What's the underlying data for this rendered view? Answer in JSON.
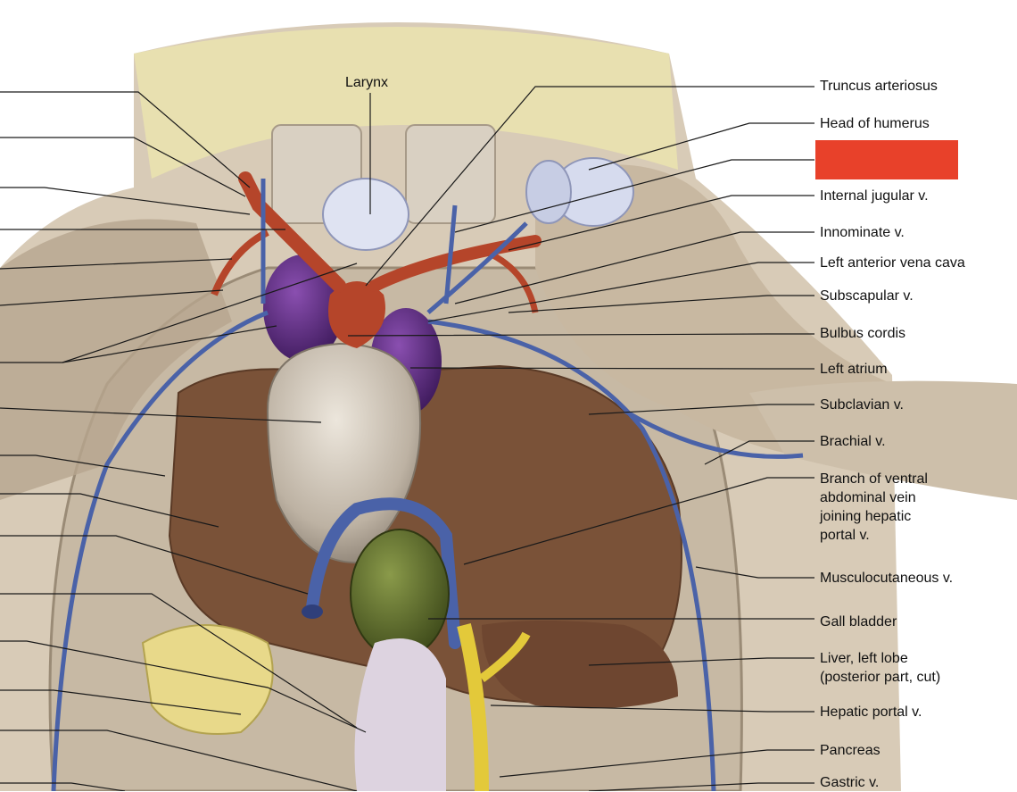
{
  "colors": {
    "redaction_box": "#e8412a",
    "leader_line": "#1a1a1a",
    "vein": "#4a62a8",
    "artery": "#b5452a",
    "atrium": "#5b2a7e",
    "liver": "#7a5238",
    "gall_bladder": "#5e6b2c",
    "portal_vein": "#e3c93a"
  },
  "labels": {
    "larynx": "Larynx",
    "truncus_arteriosus": "Truncus arteriosus",
    "head_of_humerus": "Head of humerus",
    "internal_jugular": "Internal jugular v.",
    "innominate": "Innominate v.",
    "left_anterior_vena_cava": "Left anterior vena cava",
    "subscapular": "Subscapular v.",
    "bulbus_cordis": "Bulbus cordis",
    "left_atrium": "Left atrium",
    "subclavian": "Subclavian v.",
    "brachial": "Brachial v.",
    "branch_ventral_abdominal": [
      "Branch of ventral",
      "abdominal vein",
      "joining hepatic",
      "portal v."
    ],
    "musculocutaneous": "Musculocutaneous v.",
    "gall_bladder": "Gall bladder",
    "liver_left_lobe": [
      "Liver, left lobe",
      "(posterior part, cut)"
    ],
    "hepatic_portal": "Hepatic portal v.",
    "pancreas": "Pancreas",
    "gastric": "Gastric v."
  },
  "redacted_label": {
    "description": "answer-box",
    "color": "#e8412a"
  }
}
